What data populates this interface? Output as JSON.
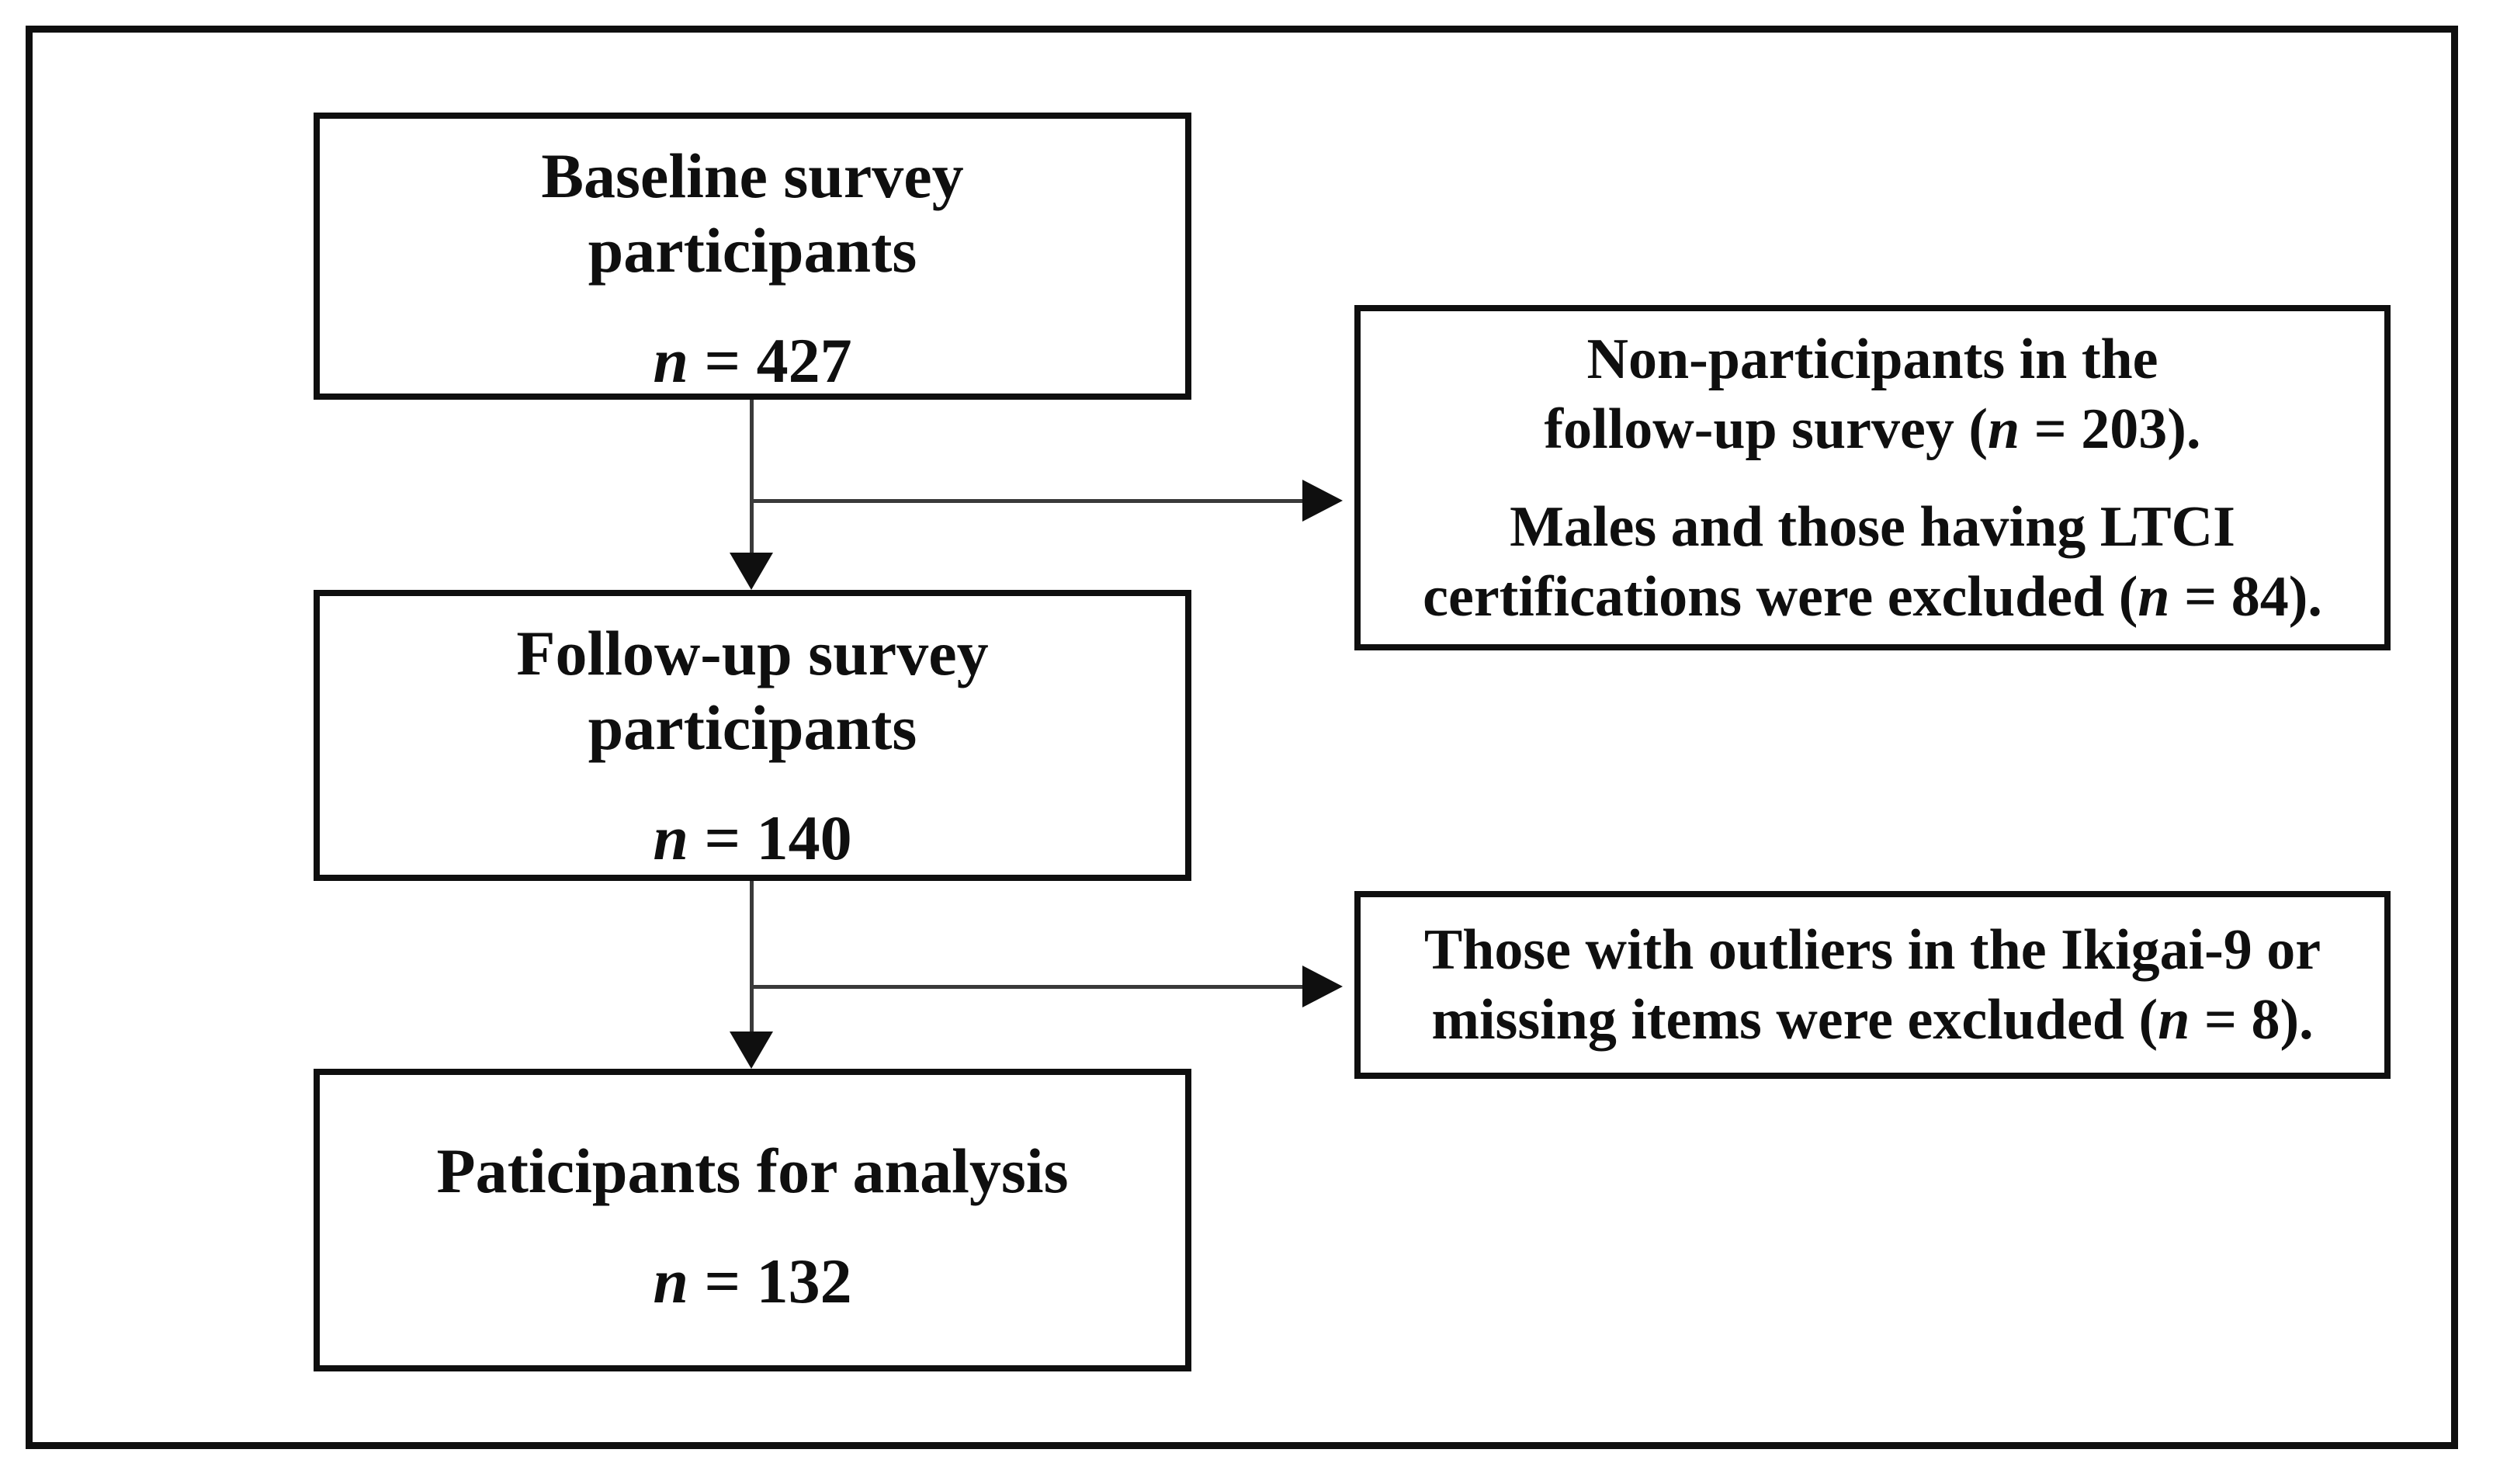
{
  "figure": {
    "colors": {
      "ink": "#0f0f0f",
      "connector": "#3a3a3a",
      "background": "#ffffff"
    },
    "boxes": {
      "baseline": {
        "lines": [
          [
            {
              "t": "Baseline survey"
            }
          ],
          [
            {
              "t": "participants"
            }
          ]
        ],
        "n": [
          {
            "t": "n",
            "em": true
          },
          {
            "t": " = 427"
          }
        ]
      },
      "followup": {
        "lines": [
          [
            {
              "t": "Follow-up survey"
            }
          ],
          [
            {
              "t": "participants"
            }
          ]
        ],
        "n": [
          {
            "t": "n",
            "em": true
          },
          {
            "t": " = 140"
          }
        ]
      },
      "analysis": {
        "lines": [
          [
            {
              "t": "Paticipants for analysis"
            }
          ]
        ],
        "n": [
          {
            "t": "n",
            "em": true
          },
          {
            "t": " = 132"
          }
        ]
      },
      "exclusion1": {
        "para1": [
          [
            {
              "t": "Non-participants in the"
            }
          ],
          [
            {
              "t": "follow-up survey ("
            },
            {
              "t": "n",
              "em": true
            },
            {
              "t": " = 203)."
            }
          ]
        ],
        "para2": [
          [
            {
              "t": "Males and those having LTCI"
            }
          ],
          [
            {
              "t": "certifications were excluded ("
            },
            {
              "t": "n",
              "em": true
            },
            {
              "t": " = 84)."
            }
          ]
        ]
      },
      "exclusion2": {
        "para1": [
          [
            {
              "t": "Those with outliers in the Ikigai-9 or"
            }
          ],
          [
            {
              "t": "missing items were excluded ("
            },
            {
              "t": "n",
              "em": true
            },
            {
              "t": " = 8)."
            }
          ]
        ]
      }
    }
  }
}
